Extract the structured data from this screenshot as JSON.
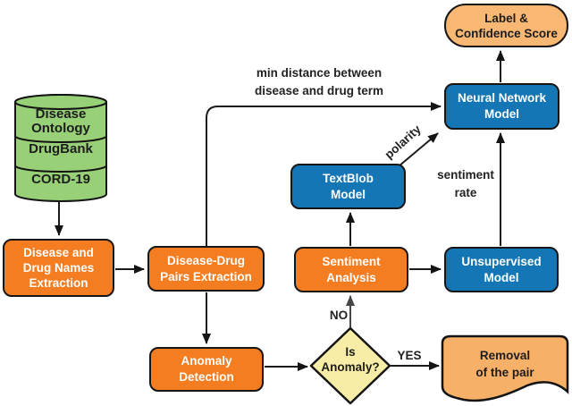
{
  "figure": {
    "type": "flowchart",
    "background": "#ffffff"
  },
  "colors": {
    "process-orange": "#f57d21",
    "model-blue": "#1576b5",
    "data-green": "#97d077",
    "terminal-orange": "#f8b873",
    "decision-yellow": "#f8eda7",
    "document-orange": "#f6b068",
    "line-dark": "#1c1c1c"
  },
  "nodes": {
    "data_sources": {
      "shape": "cylinder",
      "items": [
        "Disease\nOntology",
        "DrugBank",
        "CORD-19"
      ]
    },
    "names_extraction": {
      "shape": "process",
      "label": "Disease and\nDrug Names\nExtraction"
    },
    "pairs_extraction": {
      "shape": "process",
      "label": "Disease-Drug\nPairs Extraction"
    },
    "anomaly_detection": {
      "shape": "process",
      "label": "Anomaly\nDetection"
    },
    "sentiment_analysis": {
      "shape": "process",
      "label": "Sentiment\nAnalysis"
    },
    "textblob_model": {
      "shape": "model",
      "label": "TextBlob\nModel"
    },
    "neural_network_model": {
      "shape": "model",
      "label": "Neural Network\nModel"
    },
    "unsupervised_model": {
      "shape": "model",
      "label": "Unsupervised\nModel"
    },
    "label_confidence": {
      "shape": "terminal",
      "label": "Label &\nConfidence Score"
    },
    "is_anomaly": {
      "shape": "decision",
      "label": "Is\nAnomaly?"
    },
    "removal": {
      "shape": "document",
      "label": "Removal\nof the pair"
    }
  },
  "edge_labels": {
    "min_distance": "min distance between\ndisease and drug term",
    "polarity": "polarity",
    "sentiment_rate": "sentiment\nrate",
    "no": "NO",
    "yes": "YES"
  }
}
